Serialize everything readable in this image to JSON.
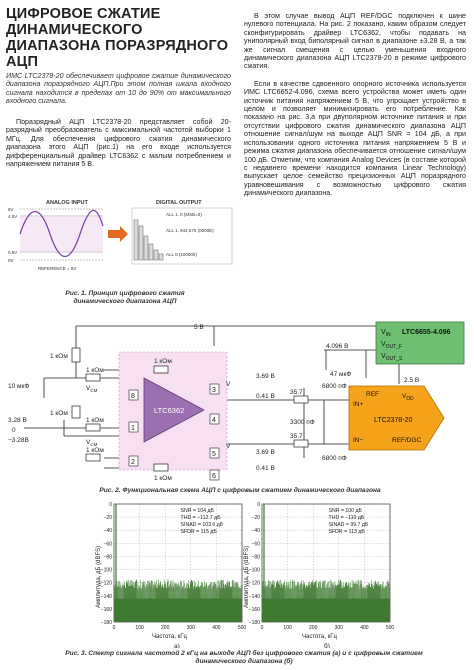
{
  "title": "ЦИФРОВОЕ СЖАТИЕ ДИНАМИЧЕСКОГО ДИАПАЗОНА ПОРАЗРЯДНОГО АЦП",
  "lead": "ИМС LTC2378-20 обеспечивает цифровое сжатие динамического диапазона поразрядного АЦП.При этом полная шкала входного сигнала находится в пределах от 10 до 90% от максимального входного сигнала.",
  "left_para": "Поразрядный АЦП LTC2378-20 представляет собой 20-разрядный преобразователь с максимальной частотой выборки 1 МГц. Для обеспечения цифрового сжатия динамического диапазона этого АЦП (рис.1) на его входе используется дифференциальный драйвер LTC6362 с малым потреблением и напряжением питания 5 В.",
  "right_para1": "В этом случае вывод АЦП REF/DGC подключен к шине нулевого потенциала. На рис. 2 показано, каким образом следует сконфигурировать драйвер LTC6362, чтобы подавать на униполярный вход биполярный сигнал в диапазоне ±3.28 В, а так же сигнал смещения с целью уменьшения входного динамического диапазона АЦП LTC2378-20 в режиме цифрового сжатия.",
  "right_para2": "Если в качестве сдвоенного опорного источника используется ИМС LTC6652-4.096, схема всего устройства может иметь один источник питания напряжением 5 В, что упрощает устройство в целом и позволяет минимизировать его потребление. Как показано на рис. 3,а при двуполярном источнике питания и при отсутствии цифрового сжатия динамического диапазона АЦП отношение сигнал/шум на выходе АЦП SNR = 104 дБ, а при использовании одного источника питания напряжением 5 В и режима сжатия диапазона обеспечивается отношение сигнал/шум 100 дБ. Отметим, что компания Analog Devices (в составе которой с недавнего времени находится компания Linear Technology) выпускает целое семейство прецизионных АЦП поразрядного уравновешивания с возможностью цифрового сжатия динамического диапазона.",
  "fig1": {
    "analog_input": "ANALOG INPUT",
    "digital_output": "DIGITAL OUTPUT",
    "v5": "5V",
    "v45": "4.5V",
    "v05": "0.5V",
    "v0": "0V",
    "reference": "REFERENCE = 5V",
    "all1": "ALL 1, 0 (MSB=0)",
    "all1b": "ALL 1, 944,576 (0000E)",
    "all0": "ALL 0 (100000)",
    "caption": "Рис. 1. Принцип цифрового сжатия динамического диапазона АЦП"
  },
  "fig2": {
    "v5_top": "5 В",
    "ref_chip": "LTC6655-4.096",
    "vin": "V",
    "vin_sub": "IN",
    "vout_f": "V",
    "vout_f_sub": "OUT_F",
    "vout_s": "V",
    "vout_s_sub": "OUT_S",
    "v4096": "4.096 В",
    "c47": "47 мкФ",
    "r1k_a": "1 кОм",
    "r1k_b": "1 кОм",
    "r1k_c": "1 кОм",
    "r1k_d": "1 кОм",
    "r1k_e": "1 кОм",
    "r1k_f": "1 кОм",
    "r1k_g": "1 кОм",
    "vcm_a": "V",
    "vcm_b": "V",
    "vcm_sub": "CM",
    "c10": "10 мкФ",
    "driver": "LTC6362",
    "pin8": "8",
    "pin1": "1",
    "pin2": "2",
    "pin3": "3",
    "pin4": "4",
    "pin5": "5",
    "pin6": "6",
    "v369a": "3.69 В",
    "v041a": "0.41 В",
    "v369b": "3.69 В",
    "v041b": "0.41 В",
    "r357a": "35.7",
    "r357b": "35.7",
    "c6800a": "6800 пФ",
    "c3300": "3300 пФ",
    "c6800b": "6800 пФ",
    "v25": "2.5 В",
    "adc_ref": "REF",
    "vdd": "V",
    "vdd_sub": "DD",
    "inp": "IN+",
    "adc": "LTC2378-20",
    "inm": "IN−",
    "refdgc": "REF/DGC",
    "vplus": "V",
    "vminus": "V",
    "in_328": "3.28 В",
    "in_0": "0",
    "in_m328": "−3.28В",
    "caption": "Рис. 2. Функциональная схема АЦП с цифровым сжатием динамического диапазона"
  },
  "fig3": {
    "ylabel": "Амплитуда, дБ (dBFS)",
    "xlabel": "Частота, кГц",
    "yticks": [
      "0",
      "−20",
      "−40",
      "−60",
      "−80",
      "−100",
      "−120",
      "−140",
      "−160",
      "−180"
    ],
    "xticks": [
      "0",
      "100",
      "200",
      "300",
      "400",
      "500"
    ],
    "a_stats": [
      "SNR = 104 дБ",
      "THD = −112.7 дБ",
      "SINAD = 103.6 дБ",
      "SFDR = 115 дБ"
    ],
    "b_stats": [
      "SNR = 100 дБ",
      "THD = −110 дБ",
      "SINAD = 99.7 дБ",
      "SFDR = 113 дБ"
    ],
    "label_a": "а)",
    "label_b": "б)",
    "caption": "Рис. 3. Спектр сигнала частотой 2 кГц на выходе АЦП без цифрового сжатия (а) и с цифровым сжатием динамического диапазона (б)"
  },
  "colors": {
    "green_chip": "#6fbf73",
    "purple_amp": "#9b6fb0",
    "orange_adc": "#f6a21b",
    "spectrum": "#3f7a32",
    "title_text": "#222222"
  }
}
